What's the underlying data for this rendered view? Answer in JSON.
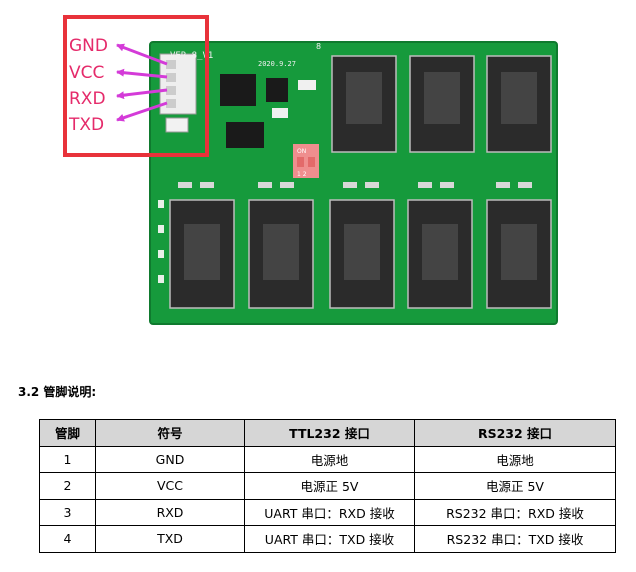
{
  "figure": {
    "pins": [
      "GND",
      "VCC",
      "RXD",
      "TXD"
    ],
    "board_label": "VER 8_V1",
    "board_date": "2020.9.27",
    "board_mark": "8",
    "switch_top": "ON",
    "switch_bottom": "1 2",
    "colors": {
      "board": "#169a3c",
      "highlight_box": "#e8323a",
      "pin_text": "#e52a6a",
      "arrow": "#d43bd8"
    }
  },
  "section": {
    "title": "3.2 管脚说明:"
  },
  "table": {
    "headers": [
      "管脚",
      "符号",
      "TTL232 接口",
      "RS232 接口"
    ],
    "rows": [
      [
        "1",
        "GND",
        "电源地",
        "电源地"
      ],
      [
        "2",
        "VCC",
        "电源正 5V",
        "电源正 5V"
      ],
      [
        "3",
        "RXD",
        "UART 串口：RXD 接收",
        "RS232 串口：RXD 接收"
      ],
      [
        "4",
        "TXD",
        "UART 串口：TXD 接收",
        "RS232 串口：TXD 接收"
      ]
    ]
  }
}
